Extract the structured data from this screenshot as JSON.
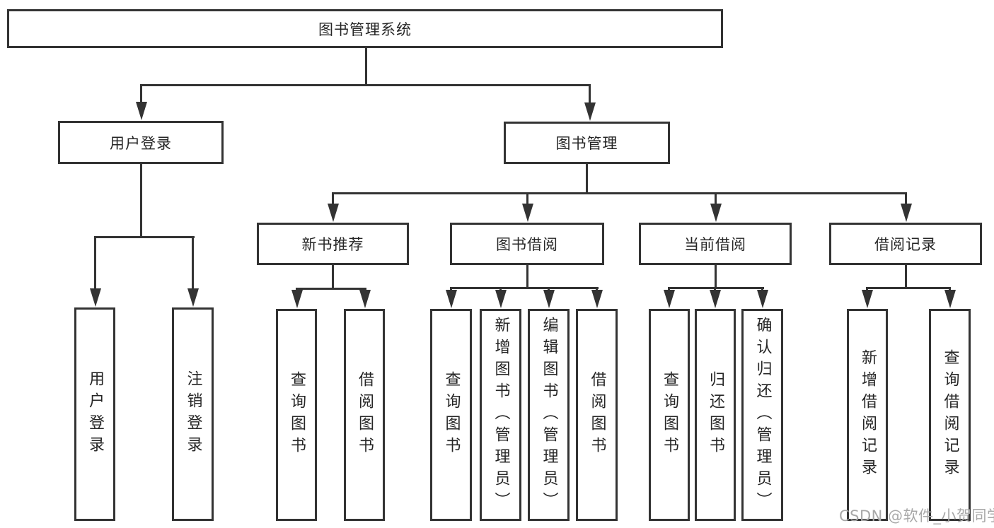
{
  "diagram": {
    "title": "图书管理系统",
    "colors": {
      "line": "#333333",
      "text": "#262626",
      "background": "#ffffff",
      "watermark": "#a8a8a8"
    },
    "watermark": "CSDN @软件_小贺同学",
    "root": {
      "label": "图书管理系统"
    },
    "level2": [
      {
        "label": "用户登录"
      },
      {
        "label": "图书管理"
      }
    ],
    "level3": [
      {
        "label": "新书推荐",
        "parent": "图书管理"
      },
      {
        "label": "图书借阅",
        "parent": "图书管理"
      },
      {
        "label": "当前借阅",
        "parent": "图书管理"
      },
      {
        "label": "借阅记录",
        "parent": "图书管理"
      }
    ],
    "leaves": [
      {
        "label": "用户登录",
        "parent": "用户登录"
      },
      {
        "label": "注销登录",
        "parent": "用户登录"
      },
      {
        "label": "查询图书",
        "parent": "新书推荐"
      },
      {
        "label": "借阅图书",
        "parent": "新书推荐"
      },
      {
        "label": "查询图书",
        "parent": "图书借阅"
      },
      {
        "label": "新增图书（管理员）",
        "parent": "图书借阅"
      },
      {
        "label": "编辑图书（管理员）",
        "parent": "图书借阅"
      },
      {
        "label": "借阅图书",
        "parent": "图书借阅"
      },
      {
        "label": "查询图书",
        "parent": "当前借阅"
      },
      {
        "label": "归还图书",
        "parent": "当前借阅"
      },
      {
        "label": "确认归还（管理员）",
        "parent": "当前借阅"
      },
      {
        "label": "新增借阅记录",
        "parent": "借阅记录"
      },
      {
        "label": "查询借阅记录",
        "parent": "借阅记录"
      }
    ]
  }
}
